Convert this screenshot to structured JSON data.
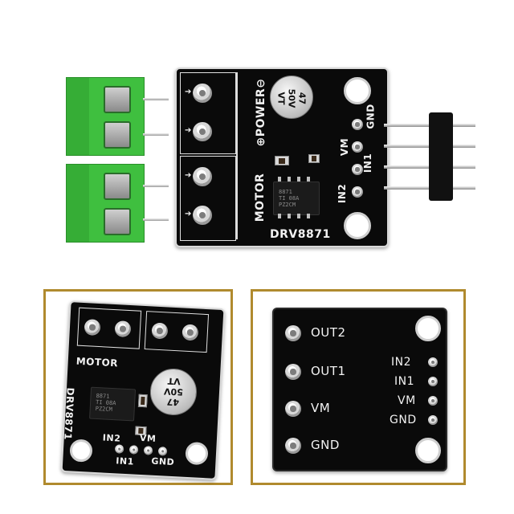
{
  "main_board": {
    "label_power": "POWER",
    "label_motor": "MOTOR",
    "label_model": "DRV8871",
    "label_gnd": "GND",
    "label_vm": "VM",
    "label_in1": "IN1",
    "label_in2": "IN2",
    "cap_line1": "47",
    "cap_line2": "50V",
    "cap_line3": "VT",
    "chip_line1": "8871",
    "chip_line2": "TI 08A",
    "chip_line3": "PZ2CM"
  },
  "left_inset": {
    "label_motor": "MOTOR",
    "label_model": "DRV8871",
    "label_in2": "IN2",
    "label_in1": "IN1",
    "label_vm": "VM",
    "label_gnd": "GND",
    "cap_line1": "47",
    "cap_line2": "50V",
    "cap_line3": "VT",
    "chip_line1": "8871",
    "chip_line2": "TI 08A",
    "chip_line3": "PZ2CM"
  },
  "right_inset": {
    "label_out2": "OUT2",
    "label_out1": "OUT1",
    "label_vm": "VM",
    "label_gnd": "GND",
    "label_in2": "IN2",
    "label_in1": "IN1",
    "label_vm_small": "VM",
    "label_gnd_small": "GND"
  },
  "colors": {
    "frame": "#b08a2e",
    "terminal_green": "#3fbf3f",
    "pcb_black": "#0a0a0a"
  }
}
